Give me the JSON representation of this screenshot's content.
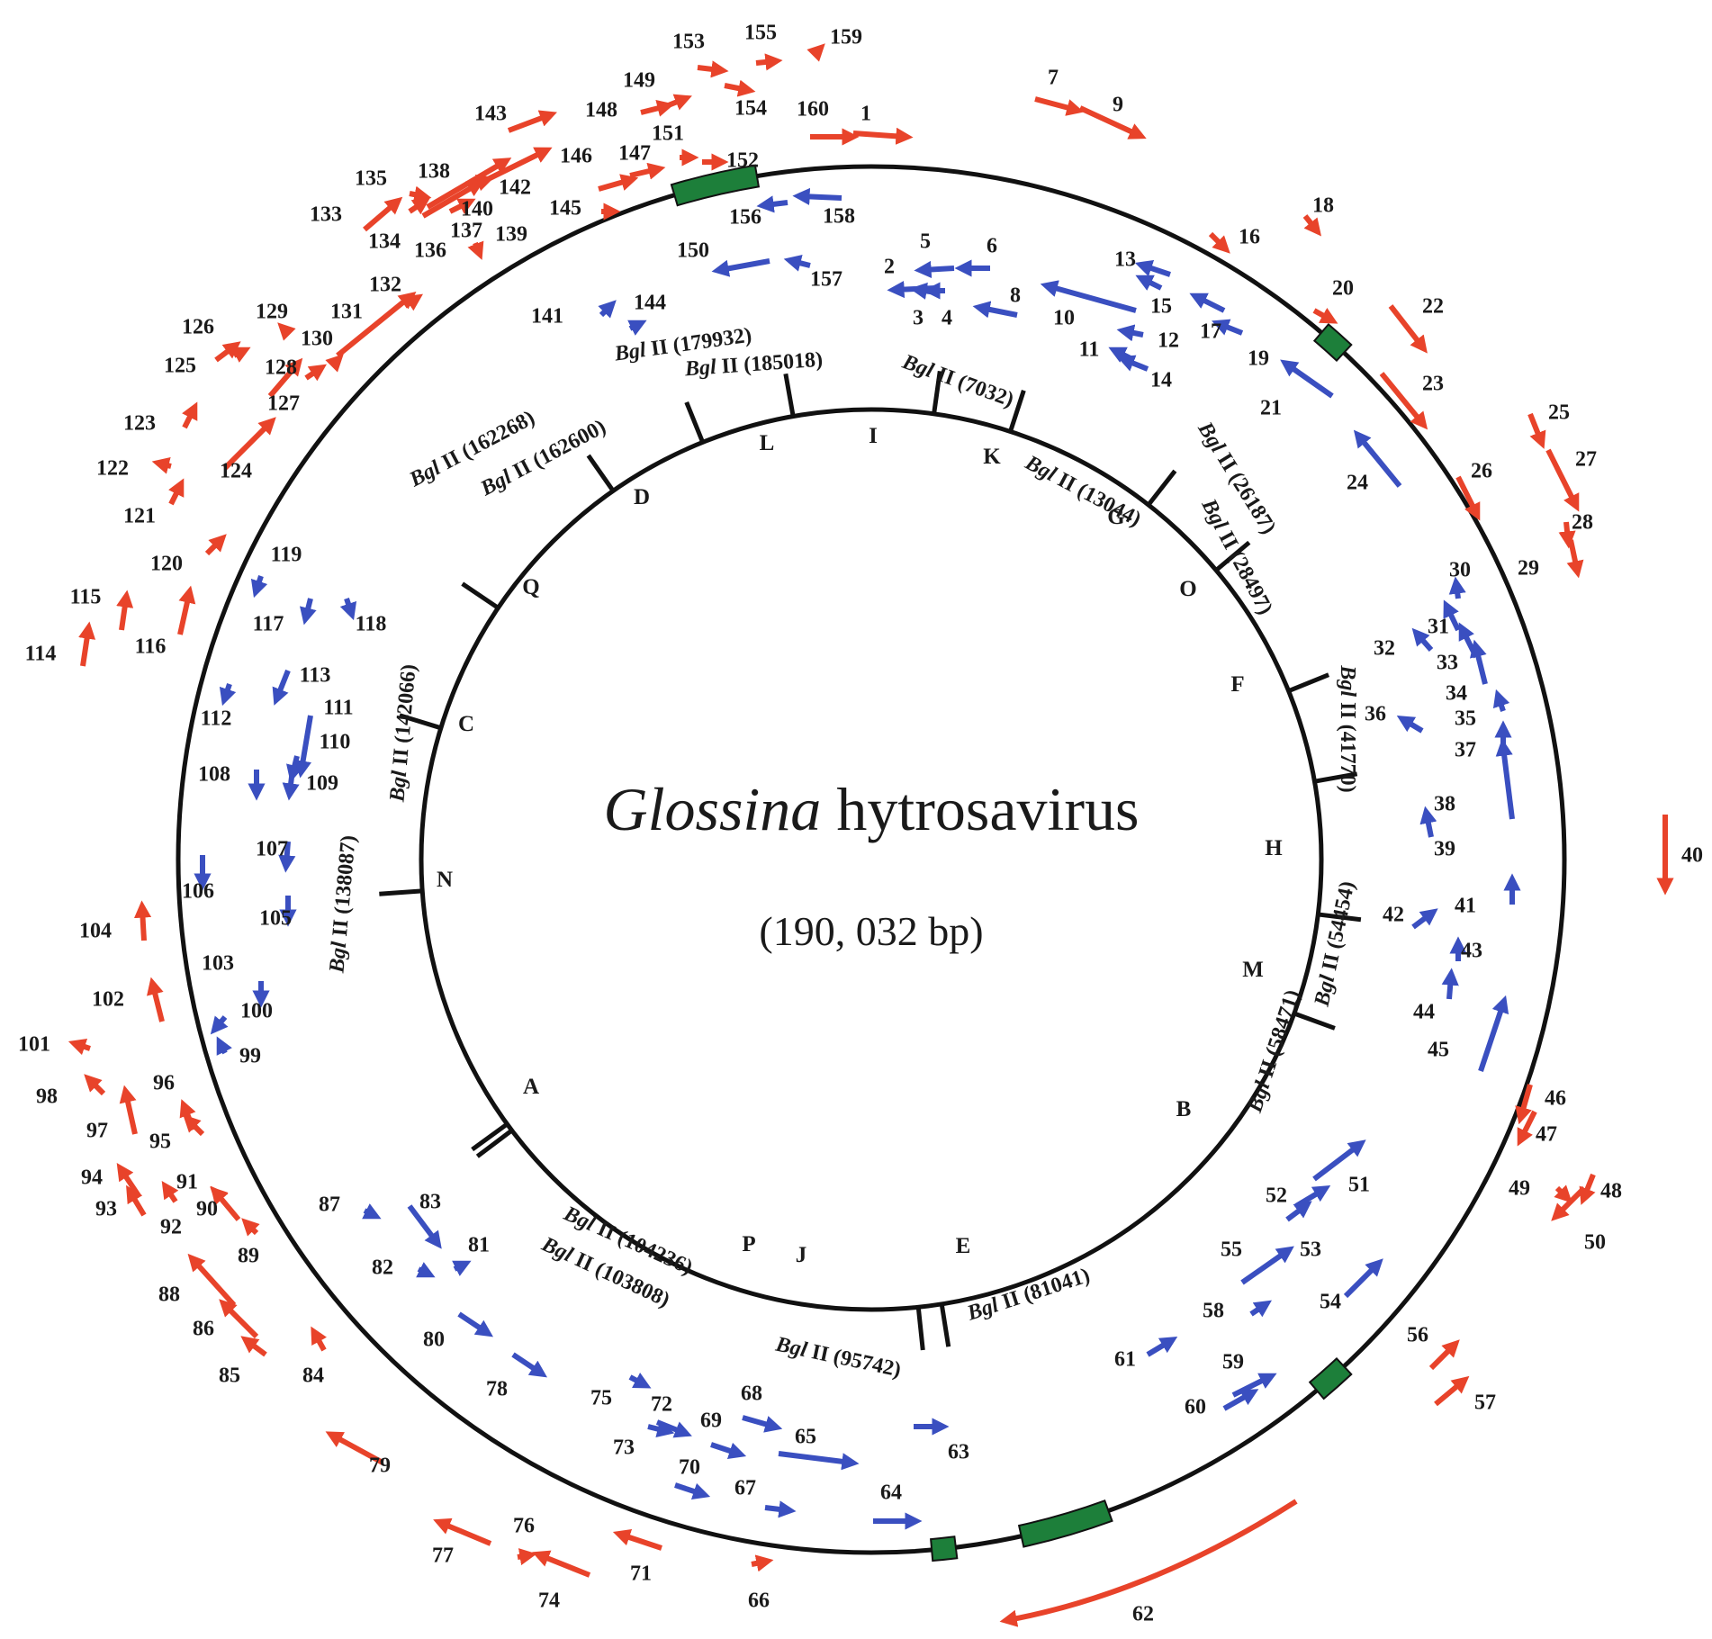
{
  "figure": {
    "title_italic": "Glossina",
    "title_rest": " hytrosavirus",
    "genome_size": "(190, 032 bp)"
  },
  "colors": {
    "forward_orf": "#e8432a",
    "reverse_orf": "#3a4fc0",
    "repeat_region": "#1d7f3a",
    "circle": "#111111"
  },
  "segments": [
    "A",
    "B",
    "C",
    "D",
    "E",
    "F",
    "G",
    "H",
    "I",
    "J",
    "K",
    "L",
    "M",
    "N",
    "O",
    "P",
    "Q"
  ],
  "restriction_sites": {
    "enzyme_italic": "Bgl",
    "enzyme_rest": " II",
    "positions": [
      "(7032)",
      "(13044)",
      "(26187)",
      "(28497)",
      "(41770)",
      "(54454)",
      "(58471)",
      "(81041)",
      "(95742)",
      "(103808)",
      "(104236)",
      "(138087)",
      "(142066)",
      "(162268)",
      "(162600)",
      "(179932)",
      "(185018)"
    ]
  },
  "orf_labels": [
    "1",
    "2",
    "3",
    "4",
    "5",
    "6",
    "7",
    "8",
    "9",
    "10",
    "11",
    "12",
    "13",
    "14",
    "15",
    "16",
    "17",
    "18",
    "19",
    "20",
    "21",
    "22",
    "23",
    "24",
    "25",
    "26",
    "27",
    "28",
    "29",
    "30",
    "31",
    "32",
    "33",
    "34",
    "35",
    "36",
    "37",
    "38",
    "39",
    "40",
    "41",
    "42",
    "43",
    "44",
    "45",
    "46",
    "47",
    "48",
    "49",
    "50",
    "51",
    "52",
    "53",
    "54",
    "55",
    "56",
    "57",
    "58",
    "59",
    "60",
    "61",
    "62",
    "63",
    "64",
    "65",
    "66",
    "67",
    "68",
    "69",
    "70",
    "71",
    "72",
    "73",
    "74",
    "75",
    "76",
    "77",
    "78",
    "79",
    "80",
    "81",
    "82",
    "83",
    "84",
    "85",
    "86",
    "87",
    "88",
    "89",
    "90",
    "91",
    "92",
    "93",
    "94",
    "95",
    "96",
    "97",
    "98",
    "99",
    "100",
    "101",
    "102",
    "103",
    "104",
    "105",
    "106",
    "107",
    "108",
    "109",
    "110",
    "111",
    "112",
    "113",
    "114",
    "115",
    "116",
    "117",
    "118",
    "119",
    "120",
    "121",
    "122",
    "123",
    "124",
    "125",
    "126",
    "127",
    "128",
    "129",
    "130",
    "131",
    "132",
    "133",
    "134",
    "135",
    "136",
    "137",
    "138",
    "139",
    "140",
    "141",
    "142",
    "143",
    "144",
    "145",
    "146",
    "147",
    "148",
    "149",
    "150",
    "151",
    "152",
    "153",
    "154",
    "155",
    "156",
    "157",
    "158",
    "159",
    "160"
  ]
}
